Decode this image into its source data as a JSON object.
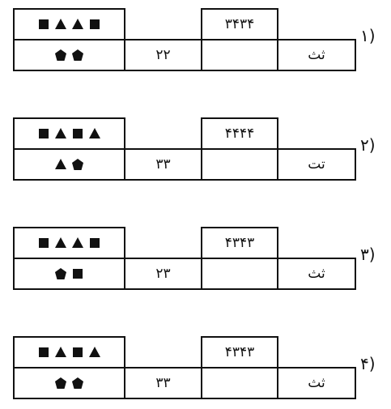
{
  "options": [
    {
      "label": "۱)",
      "top_shapes": [
        "square",
        "triangle",
        "triangle",
        "square"
      ],
      "top_number": "۳۴۳۴",
      "bottom_shapes": [
        "pentagon",
        "pentagon"
      ],
      "bottom_number": "۲۲",
      "letters": "ثث"
    },
    {
      "label": "۲)",
      "top_shapes": [
        "square",
        "triangle",
        "square",
        "triangle"
      ],
      "top_number": "۴۴۴۴",
      "bottom_shapes": [
        "triangle",
        "pentagon"
      ],
      "bottom_number": "۳۳",
      "letters": "تت"
    },
    {
      "label": "۳)",
      "top_shapes": [
        "square",
        "triangle",
        "triangle",
        "square"
      ],
      "top_number": "۴۳۴۳",
      "bottom_shapes": [
        "pentagon",
        "square"
      ],
      "bottom_number": "۲۳",
      "letters": "ثث"
    },
    {
      "label": "۴)",
      "top_shapes": [
        "square",
        "triangle",
        "square",
        "triangle"
      ],
      "top_number": "۴۳۴۳",
      "bottom_shapes": [
        "pentagon",
        "pentagon"
      ],
      "bottom_number": "۳۳",
      "letters": "ثث"
    }
  ]
}
